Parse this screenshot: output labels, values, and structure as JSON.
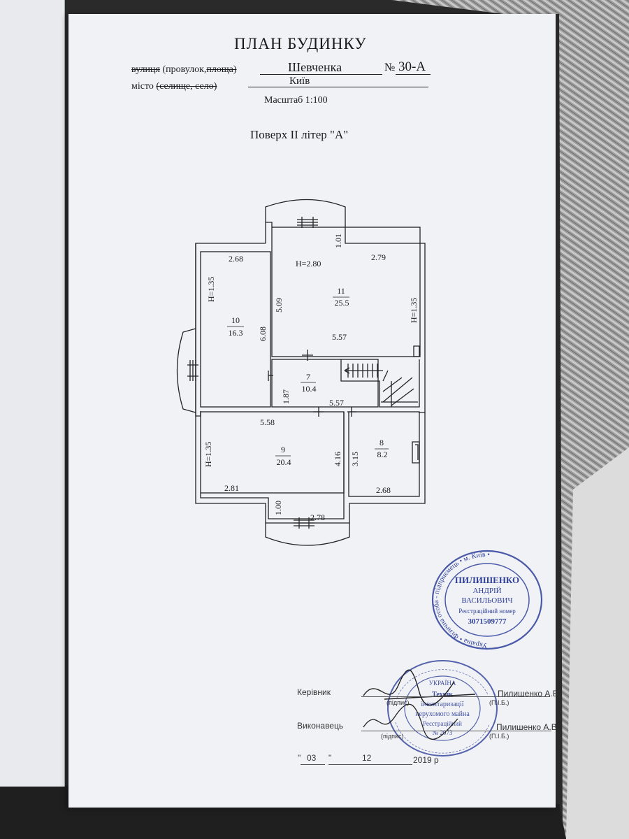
{
  "header": {
    "title": "ПЛАН БУДИНКУ",
    "street_label_struck_a": "вулиця",
    "street_label_mid": " (провулок,",
    "street_label_struck_b": "площа)",
    "street_value": "Шевченка",
    "number_label": "№",
    "number_value": "30-А",
    "city_label": "місто",
    "city_label_struck": "(селище, село)",
    "city_value": "Київ",
    "scale": "Масштаб 1:100",
    "floor": "Поверх ІІ літер \"А\""
  },
  "plan": {
    "rooms": [
      {
        "number": "10",
        "area": "16.3"
      },
      {
        "number": "11",
        "area": "25.5"
      },
      {
        "number": "7",
        "area": "10.4"
      },
      {
        "number": "9",
        "area": "20.4"
      },
      {
        "number": "8",
        "area": "8.2"
      }
    ],
    "dims": {
      "d_268_top": "2.68",
      "d_280": "H=2.80",
      "d_279": "2.79",
      "d_101": "1.01",
      "d_135_a": "H=1.35",
      "d_509": "5.09",
      "d_608": "6.08",
      "d_135_b": "H=1.35",
      "d_557_a": "5.57",
      "d_187": "1.87",
      "d_557_b": "5.57",
      "d_558": "5.58",
      "d_135_c": "H=1.35",
      "d_416": "4.16",
      "d_315": "3.15",
      "d_281": "2.81",
      "d_268_bot": "2.68",
      "d_100": "1.00",
      "d_278": "2.78"
    }
  },
  "stamps": {
    "upper": {
      "ring": "Україна • Фізична особа - підприємець • м. Київ •",
      "line1": "ПИЛИШЕНКО",
      "line2": "АНДРІЙ",
      "line3": "ВАСИЛЬОВИЧ",
      "line4": "Реєстраційний номер",
      "line5": "3071509777"
    },
    "lower": {
      "line1": "УКРАЇНА",
      "line2": "Технік",
      "line3": "інвентаризації",
      "line4": "нерухомого майна",
      "line5": "Реєстраційний",
      "line6": "№ 2073"
    }
  },
  "footer": {
    "head_label": "Керівник",
    "head_name": "Пилишенко А.В.",
    "head_sig": "(підпис)",
    "head_pib": "(П.І.Б.)",
    "exec_label": "Виконавець",
    "exec_name": "Пилишенко А.В.",
    "exec_sig": "(підпис)",
    "exec_pib": "(П.І.Б.)",
    "date_day": "03",
    "date_month": "12",
    "date_year": "2019 р",
    "quote_open": "\"",
    "quote_close": "\""
  },
  "colors": {
    "paper": "#f1f2f6",
    "ink": "#1a1a1a",
    "stamp": "#2e3f9a"
  }
}
